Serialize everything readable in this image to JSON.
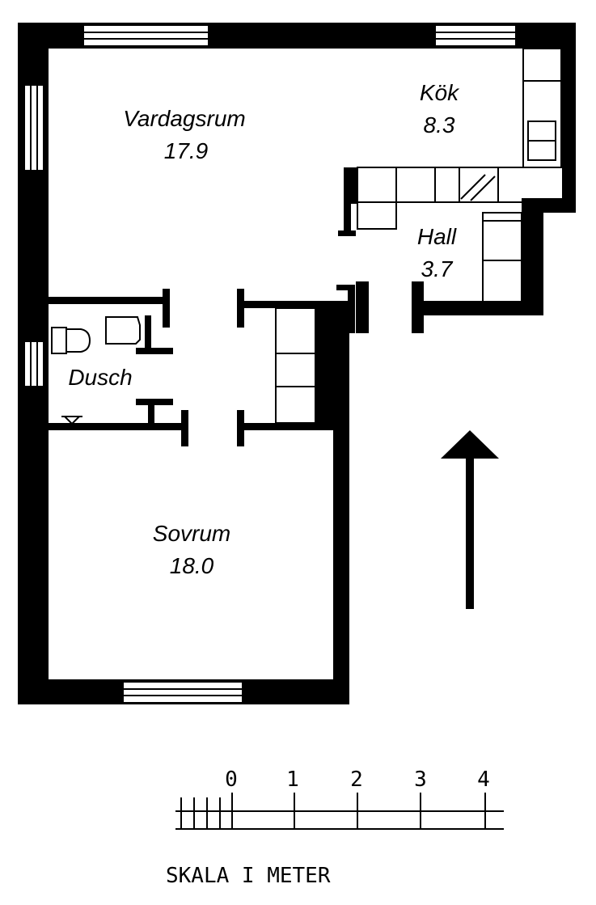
{
  "rooms": [
    {
      "id": "vardagsrum",
      "name": "Vardagsrum",
      "area": "17.9"
    },
    {
      "id": "kok",
      "name": "Kök",
      "area": "8.3"
    },
    {
      "id": "hall",
      "name": "Hall",
      "area": "3.7"
    },
    {
      "id": "dusch",
      "name": "Dusch",
      "area": ""
    },
    {
      "id": "sovrum",
      "name": "Sovrum",
      "area": "18.0"
    }
  ],
  "scale": {
    "ticks": [
      "0",
      "1",
      "2",
      "3",
      "4"
    ],
    "caption": "SKALA I METER"
  },
  "colors": {
    "wall": "#000000",
    "background": "#ffffff"
  },
  "icons": [
    "north-arrow-icon",
    "toilet-icon",
    "sink-icon",
    "floor-drain-icon"
  ]
}
